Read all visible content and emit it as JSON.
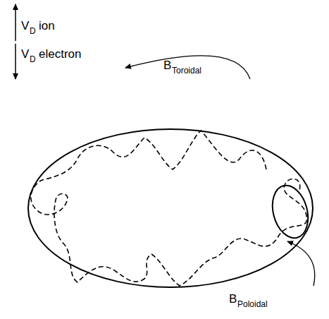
{
  "diagram": {
    "labels": [
      "V",
      "D",
      "ion",
      "V",
      "D",
      "electron",
      "B",
      "Toroidal",
      "B",
      "Poloidal"
    ]
  }
}
